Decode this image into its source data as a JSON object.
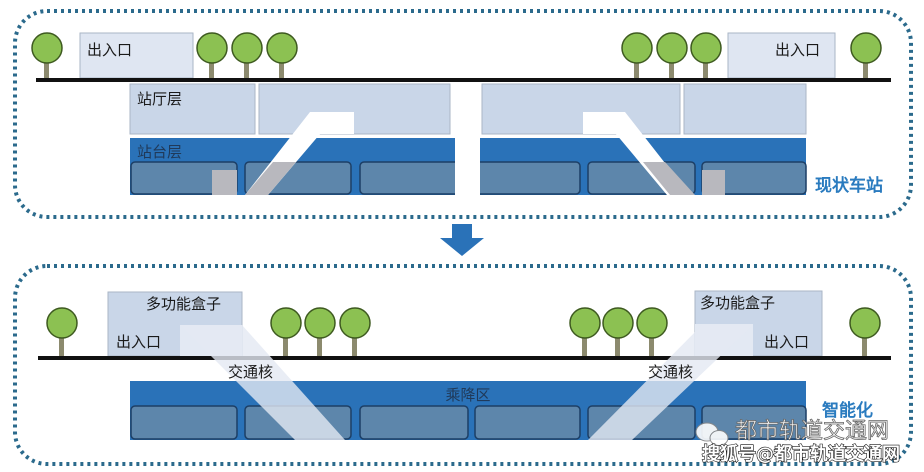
{
  "top": {
    "entrance_left": "出入口",
    "entrance_right": "出入口",
    "hall_label": "站厅层",
    "platform_label": "站台层",
    "caption": "现状车站"
  },
  "bottom": {
    "box_left": "多功能盒子",
    "box_right": "多功能盒子",
    "entrance_left": "出入口",
    "entrance_right": "出入口",
    "core_left": "交通核",
    "core_right": "交通核",
    "platform_label": "乘降区",
    "caption": "智能化"
  },
  "watermark": {
    "line1": "都市轨道交通网",
    "line2": "搜狐号@都市轨道交通网"
  },
  "colors": {
    "blue": "#2a72b8",
    "car": "#5d86ab",
    "hall": "#c9d6e8",
    "tree": "#8cc152",
    "frame": "#2b6a8c"
  }
}
